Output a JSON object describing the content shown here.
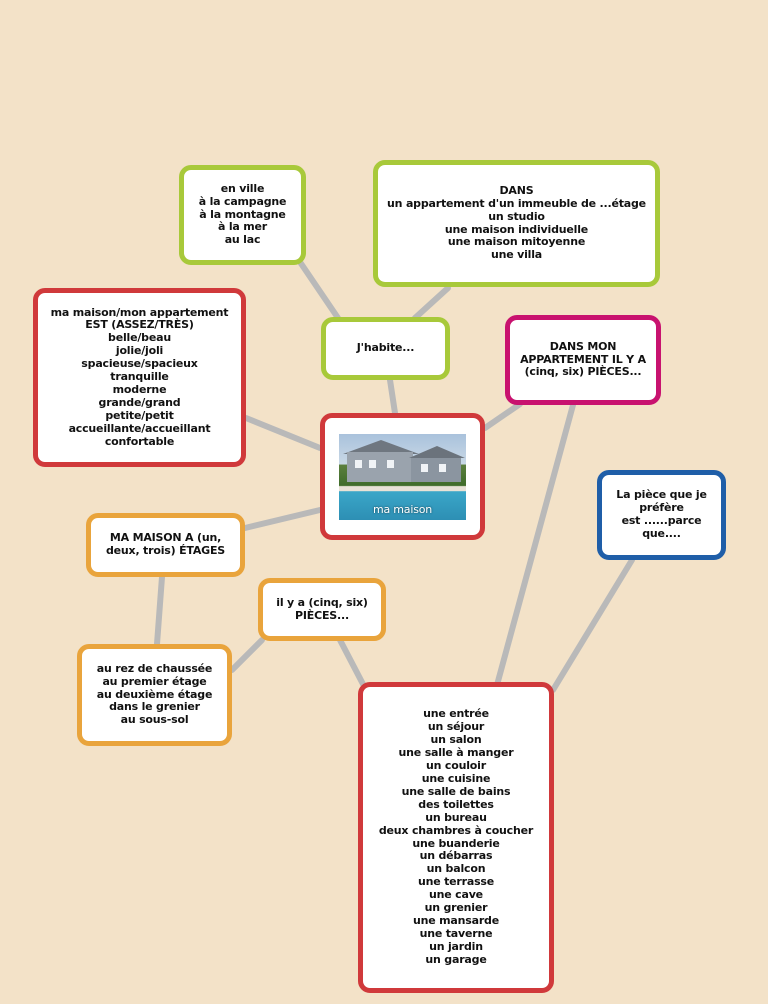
{
  "colors": {
    "background": "#f3e2c8",
    "connector": "#b9b9b9",
    "green": "#a8c93a",
    "red": "#d0393b",
    "magenta": "#c8126f",
    "orange": "#e9a43c",
    "blue": "#1f5ea8"
  },
  "central": {
    "image_icon": "house-with-pool-photo",
    "caption": "ma maison"
  },
  "nodes": {
    "habite": "J'habite...",
    "lieux": "en ville\nà la campagne\nà la montagne\nà la mer\nau lac",
    "logement": "DANS\nun appartement d'un immeuble de ...étage\nun studio\nune maison individuelle\nune maison mitoyenne\nune villa",
    "adjectifs": "ma maison/mon appartement\nEST (ASSEZ/TRÈS)\nbelle/beau\njolie/joli\nspacieuse/spacieux\ntranquille\nmoderne\ngrande/grand\npetite/petit\naccueillante/accueillant\nconfortable",
    "appartement_pieces": "DANS MON\nAPPARTEMENT IL Y A\n(cinq, six) PIÈCES...",
    "etages": "MA MAISON A (un,\ndeux, trois) ÉTAGES",
    "piece_prefere": "La pièce que je\npréfère\nest ......parce\nque....",
    "il_y_a": "il y a (cinq, six)\nPIÈCES...",
    "niveaux": "au rez de chaussée\nau premier étage\nau deuxième étage\ndans le grenier\nau sous-sol",
    "pieces_liste": "une entrée\nun séjour\nun salon\nune salle à manger\nun couloir\nune cuisine\nune salle de bains\ndes toilettes\nun bureau\ndeux chambres à coucher\nune buanderie\nun débarras\nun balcon\nune terrasse\nune cave\nun grenier\nune mansarde\nune taverne\nun jardin\nun garage"
  }
}
